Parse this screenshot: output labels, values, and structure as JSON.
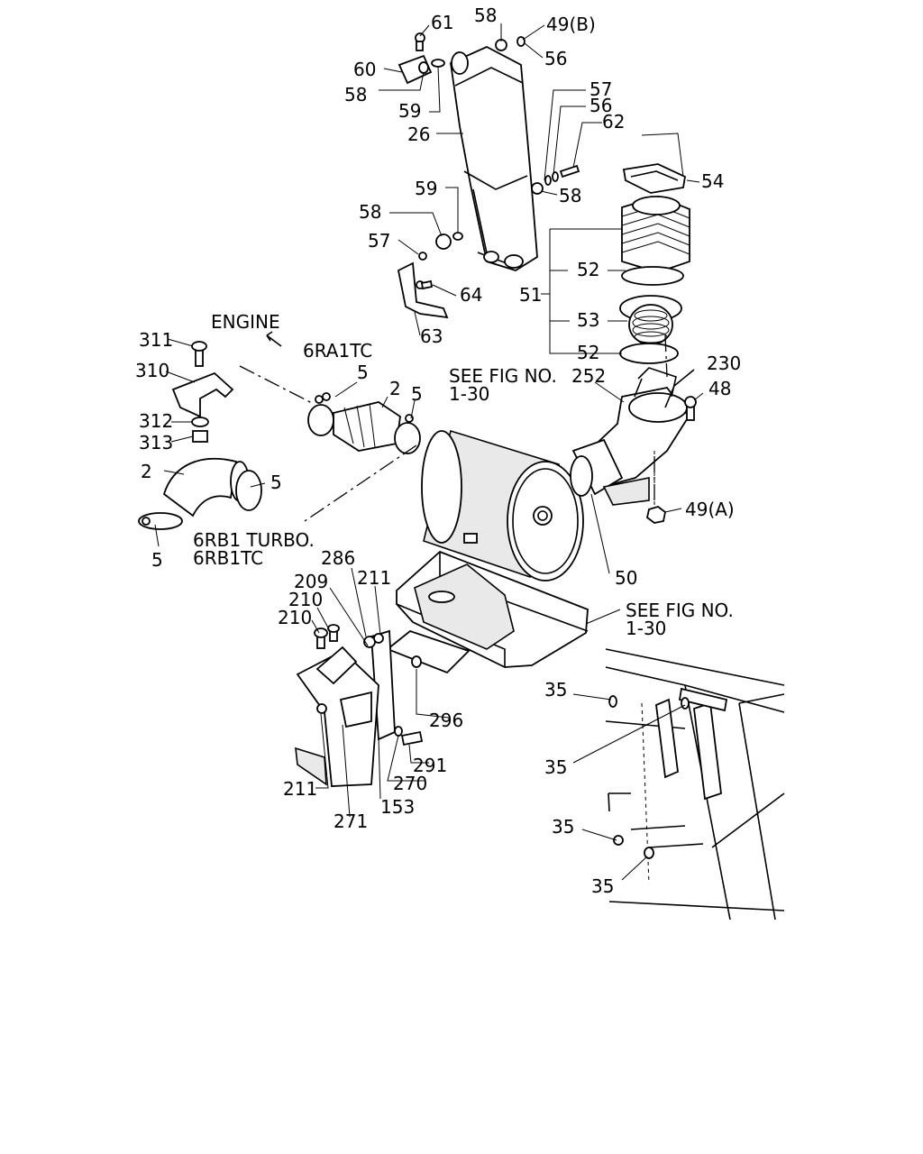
{
  "labels": {
    "l61": "61",
    "l58a": "58",
    "l49b": "49(B)",
    "l60": "60",
    "l56a": "56",
    "l58b": "58",
    "l59a": "59",
    "l57a": "57",
    "l56b": "56",
    "l62": "62",
    "l26": "26",
    "l54": "54",
    "l58c": "58",
    "l59b": "59",
    "l58d": "58",
    "l57b": "57",
    "l52a": "52",
    "l51": "51",
    "l64": "64",
    "l63": "63",
    "l53": "53",
    "l52b": "52",
    "engine": "ENGINE",
    "r6ra1tc": "6RA1TC",
    "l311": "311",
    "l230": "230",
    "l310": "310",
    "l5a": "5",
    "seefig1a": "SEE FIG NO.",
    "seefig1b": "1-30",
    "l252": "252",
    "l48": "48",
    "l2a": "2",
    "l5b": "5",
    "l312": "312",
    "l313": "313",
    "l2b": "2",
    "l5c": "5",
    "l49a": "49(A)",
    "l5d": "5",
    "r6rb1turbo": "6RB1 TURBO.",
    "r6rb1tc": "6RB1TC",
    "l50": "50",
    "l286": "286",
    "l209": "209",
    "l211a": "211",
    "l210a": "210",
    "seefig2a": "SEE FIG NO.",
    "seefig2b": "1-30",
    "l210b": "210",
    "l35a": "35",
    "l296": "296",
    "l35b": "35",
    "l291": "291",
    "l270": "270",
    "l211b": "211",
    "l153": "153",
    "l271": "271",
    "l35c": "35",
    "l35d": "35"
  }
}
